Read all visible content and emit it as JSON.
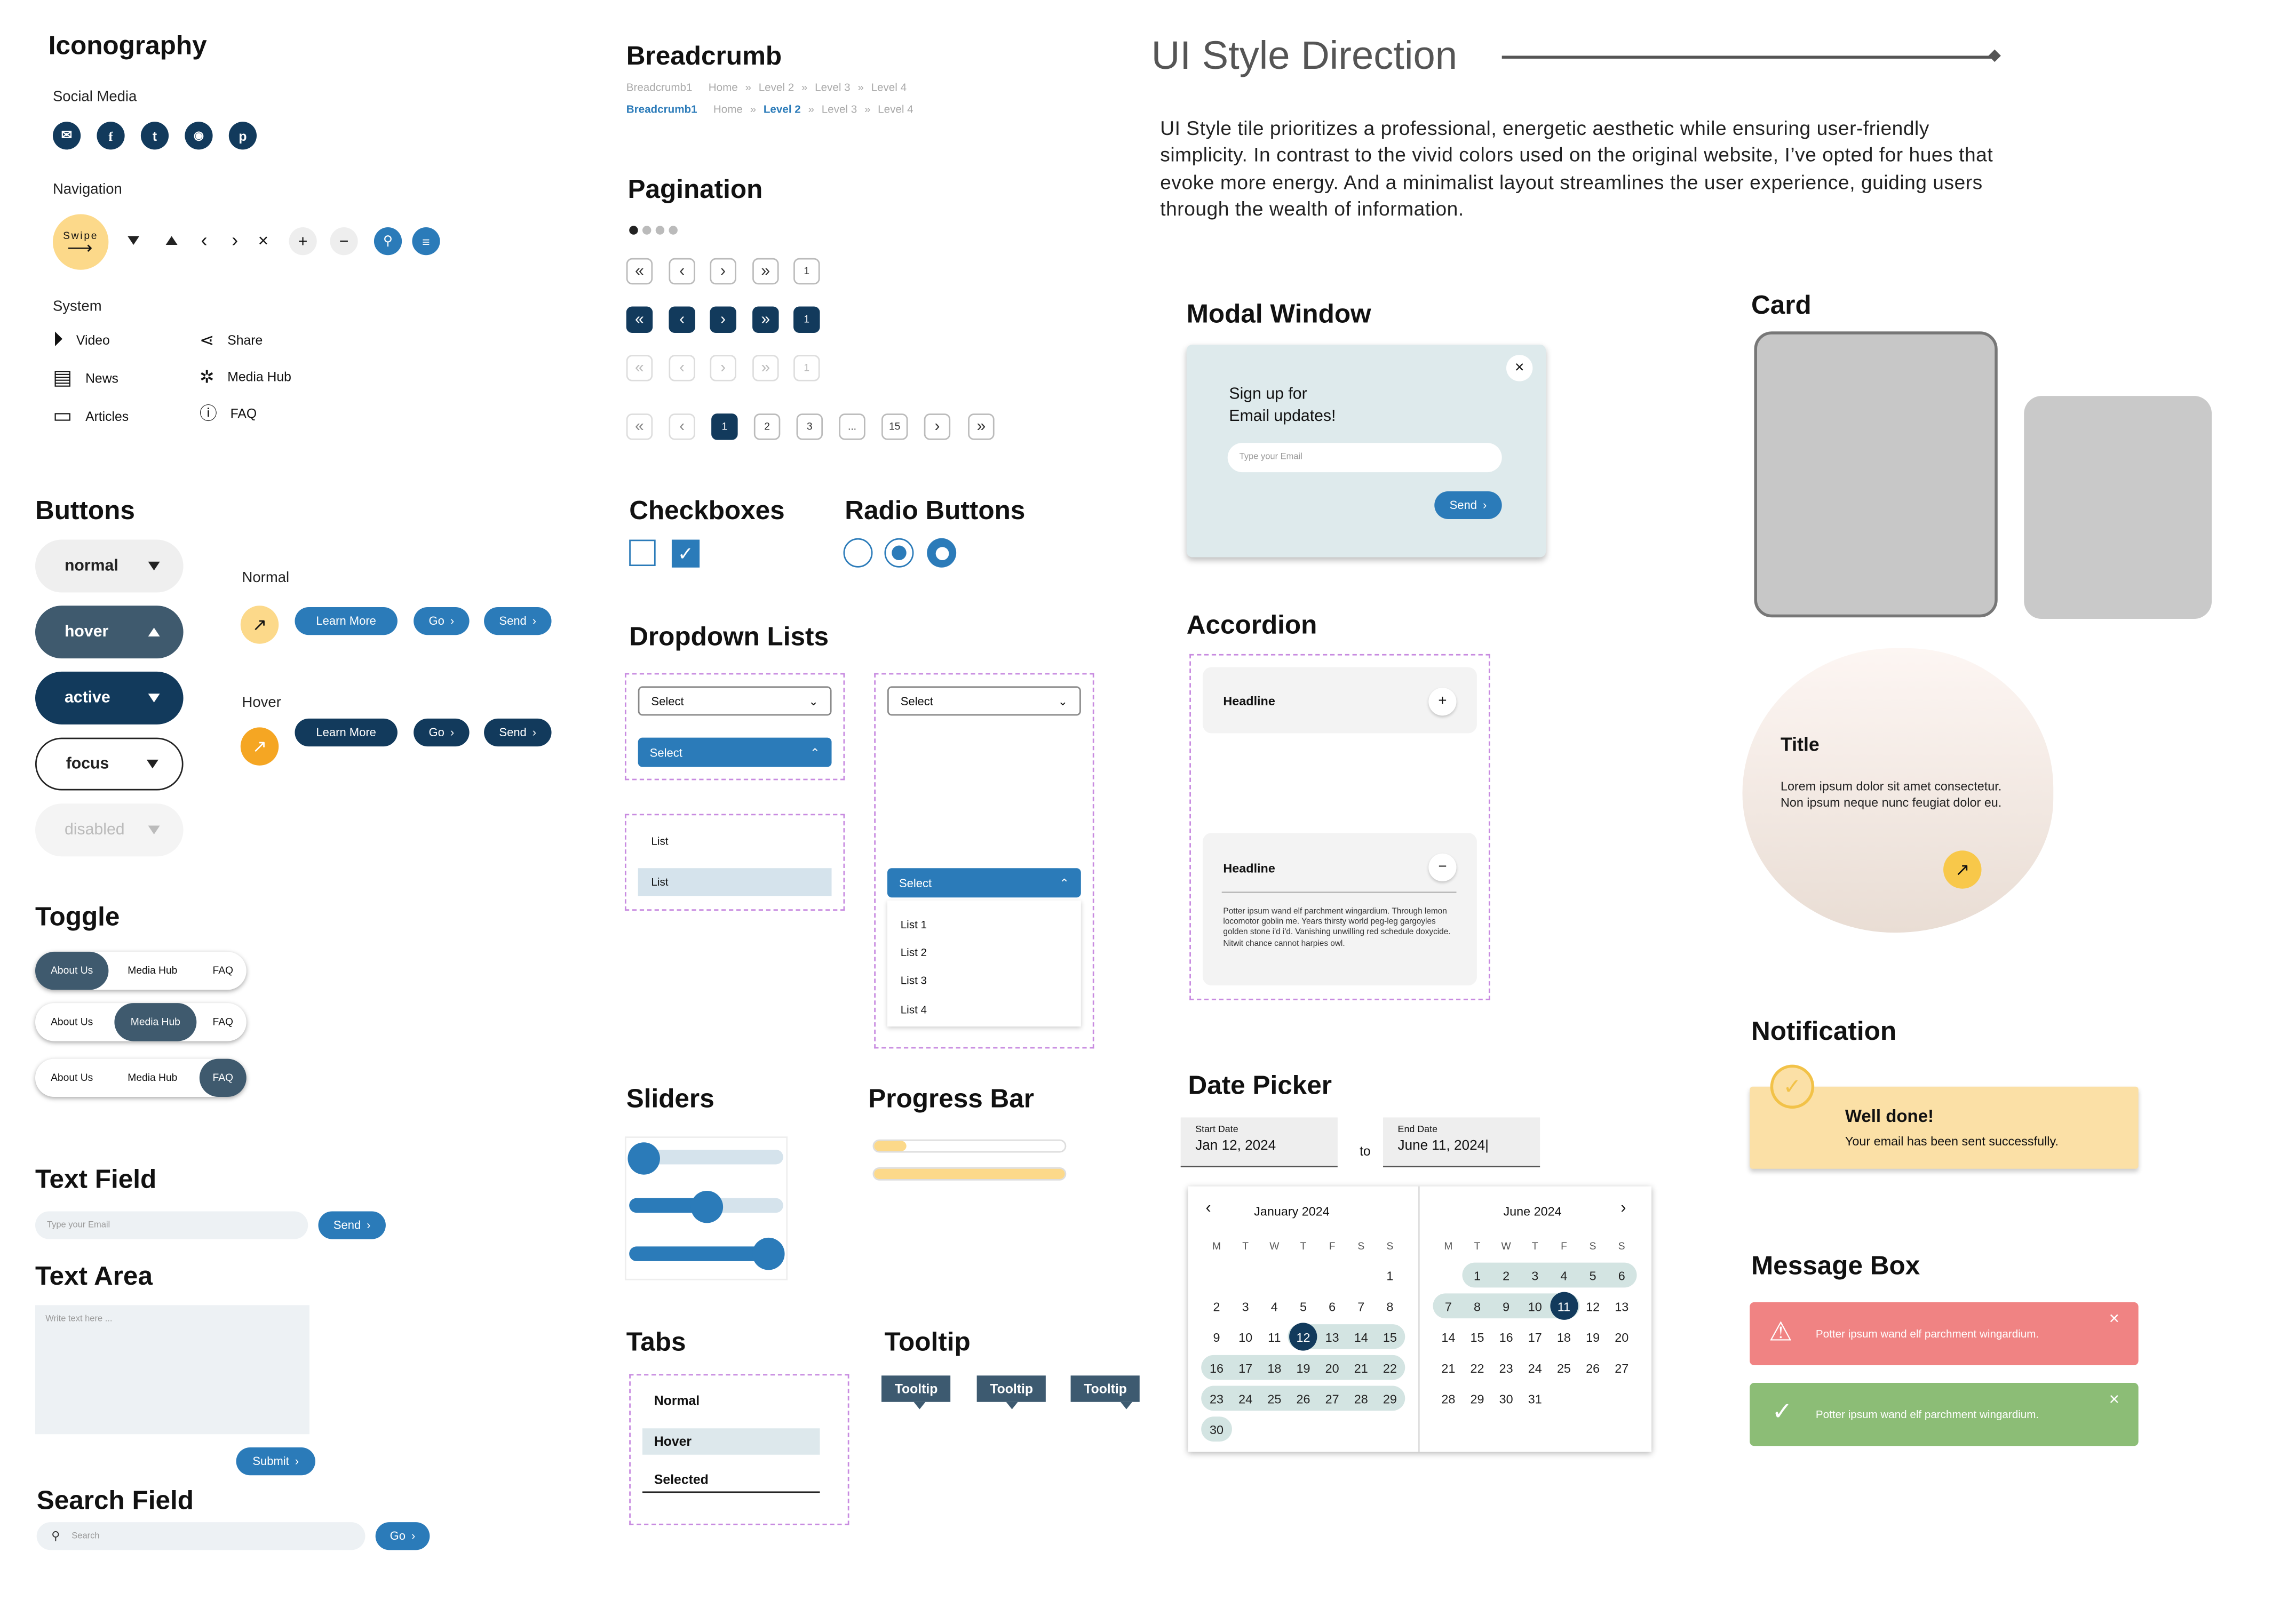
{
  "iconography": {
    "title": "Iconography",
    "social_label": "Social Media",
    "navigation_label": "Navigation",
    "swipe_label": "Swipe",
    "system_label": "System",
    "system_items": [
      "Video",
      "News",
      "Articles",
      "Share",
      "Media Hub",
      "FAQ"
    ]
  },
  "buttons": {
    "title": "Buttons",
    "states": [
      "normal",
      "hover",
      "active",
      "focus",
      "disabled"
    ],
    "normal_label": "Normal",
    "hover_label": "Hover",
    "learn_more": "Learn More",
    "go": "Go",
    "send": "Send"
  },
  "toggle": {
    "title": "Toggle",
    "items": [
      "About Us",
      "Media Hub",
      "FAQ"
    ]
  },
  "text_field": {
    "title": "Text Field",
    "placeholder": "Type your Email",
    "button": "Send"
  },
  "text_area": {
    "title": "Text Area",
    "placeholder": "Write text here ...",
    "button": "Submit"
  },
  "search_field": {
    "title": "Search Field",
    "placeholder": "Search",
    "button": "Go"
  },
  "breadcrumb": {
    "title": "Breadcrumb",
    "row1": [
      "Breadcrumb1",
      "Home",
      "Level 2",
      "Level 3",
      "Level 4"
    ],
    "row2": [
      "Breadcrumb1",
      "Home",
      "Level 2",
      "Level 3",
      "Level 4"
    ],
    "sep": "»"
  },
  "pagination": {
    "title": "Pagination",
    "page_one": "1",
    "pages": [
      "1",
      "2",
      "3",
      "...",
      "15"
    ]
  },
  "checkboxes": {
    "title": "Checkboxes"
  },
  "radio": {
    "title": "Radio Buttons"
  },
  "dropdowns": {
    "title": "Dropdown Lists",
    "select": "Select",
    "list": "List",
    "options": [
      "List 1",
      "List 2",
      "List 3",
      "List 4"
    ]
  },
  "sliders": {
    "title": "Sliders",
    "levels": [
      0.0,
      0.5,
      1.0
    ]
  },
  "progress": {
    "title": "Progress Bar",
    "levels": [
      0.17,
      1.0
    ]
  },
  "tabs": {
    "title": "Tabs",
    "items": [
      "Normal",
      "Hover",
      "Selected"
    ]
  },
  "tooltip": {
    "title": "Tooltip",
    "label": "Tooltip"
  },
  "style_direction": {
    "title": "UI Style Direction",
    "body": "UI Style tile prioritizes a professional, energetic aesthetic while ensuring user-friendly simplicity. In contrast to the vivid colors used on the original website, I’ve opted for hues that evoke more energy. And a minimalist layout streamlines the user experience, guiding users through the wealth of information."
  },
  "modal": {
    "title": "Modal Window",
    "heading_line1": "Sign up for",
    "heading_line2": "Email updates!",
    "placeholder": "Type your Email",
    "button": "Send"
  },
  "accordion": {
    "title": "Accordion",
    "headline": "Headline",
    "body": "Potter ipsum wand elf parchment wingardium. Through lemon locomotor goblin me. Years thirsty world peg-leg gargoyles golden stone i'd i'd. Vanishing unwilling red schedule doxycide. Nitwit chance cannot harpies owl."
  },
  "date_picker": {
    "title": "Date Picker",
    "start_label": "Start Date",
    "start_value": "Jan 12, 2024",
    "to": "to",
    "end_label": "End Date",
    "end_value": "June 11, 2024",
    "left_month": "January 2024",
    "right_month": "June 2024",
    "weekdays": [
      "M",
      "T",
      "W",
      "T",
      "F",
      "S",
      "S"
    ]
  },
  "card": {
    "title": "Card",
    "card_title": "Title",
    "card_body": "Lorem ipsum dolor sit amet consectetur. Non ipsum neque nunc feugiat dolor eu."
  },
  "notification": {
    "title": "Notification",
    "heading": "Well done!",
    "body": "Your email has been sent successfully."
  },
  "message_box": {
    "title": "Message Box",
    "error_text": "Potter ipsum wand elf parchment wingardium.",
    "success_text": "Potter ipsum wand elf parchment wingardium."
  },
  "colors": {
    "navy": "#123a5c",
    "blue": "#2b7bb9",
    "yellow": "#f5a623",
    "error": "#f08383",
    "success": "#8cbd76"
  }
}
